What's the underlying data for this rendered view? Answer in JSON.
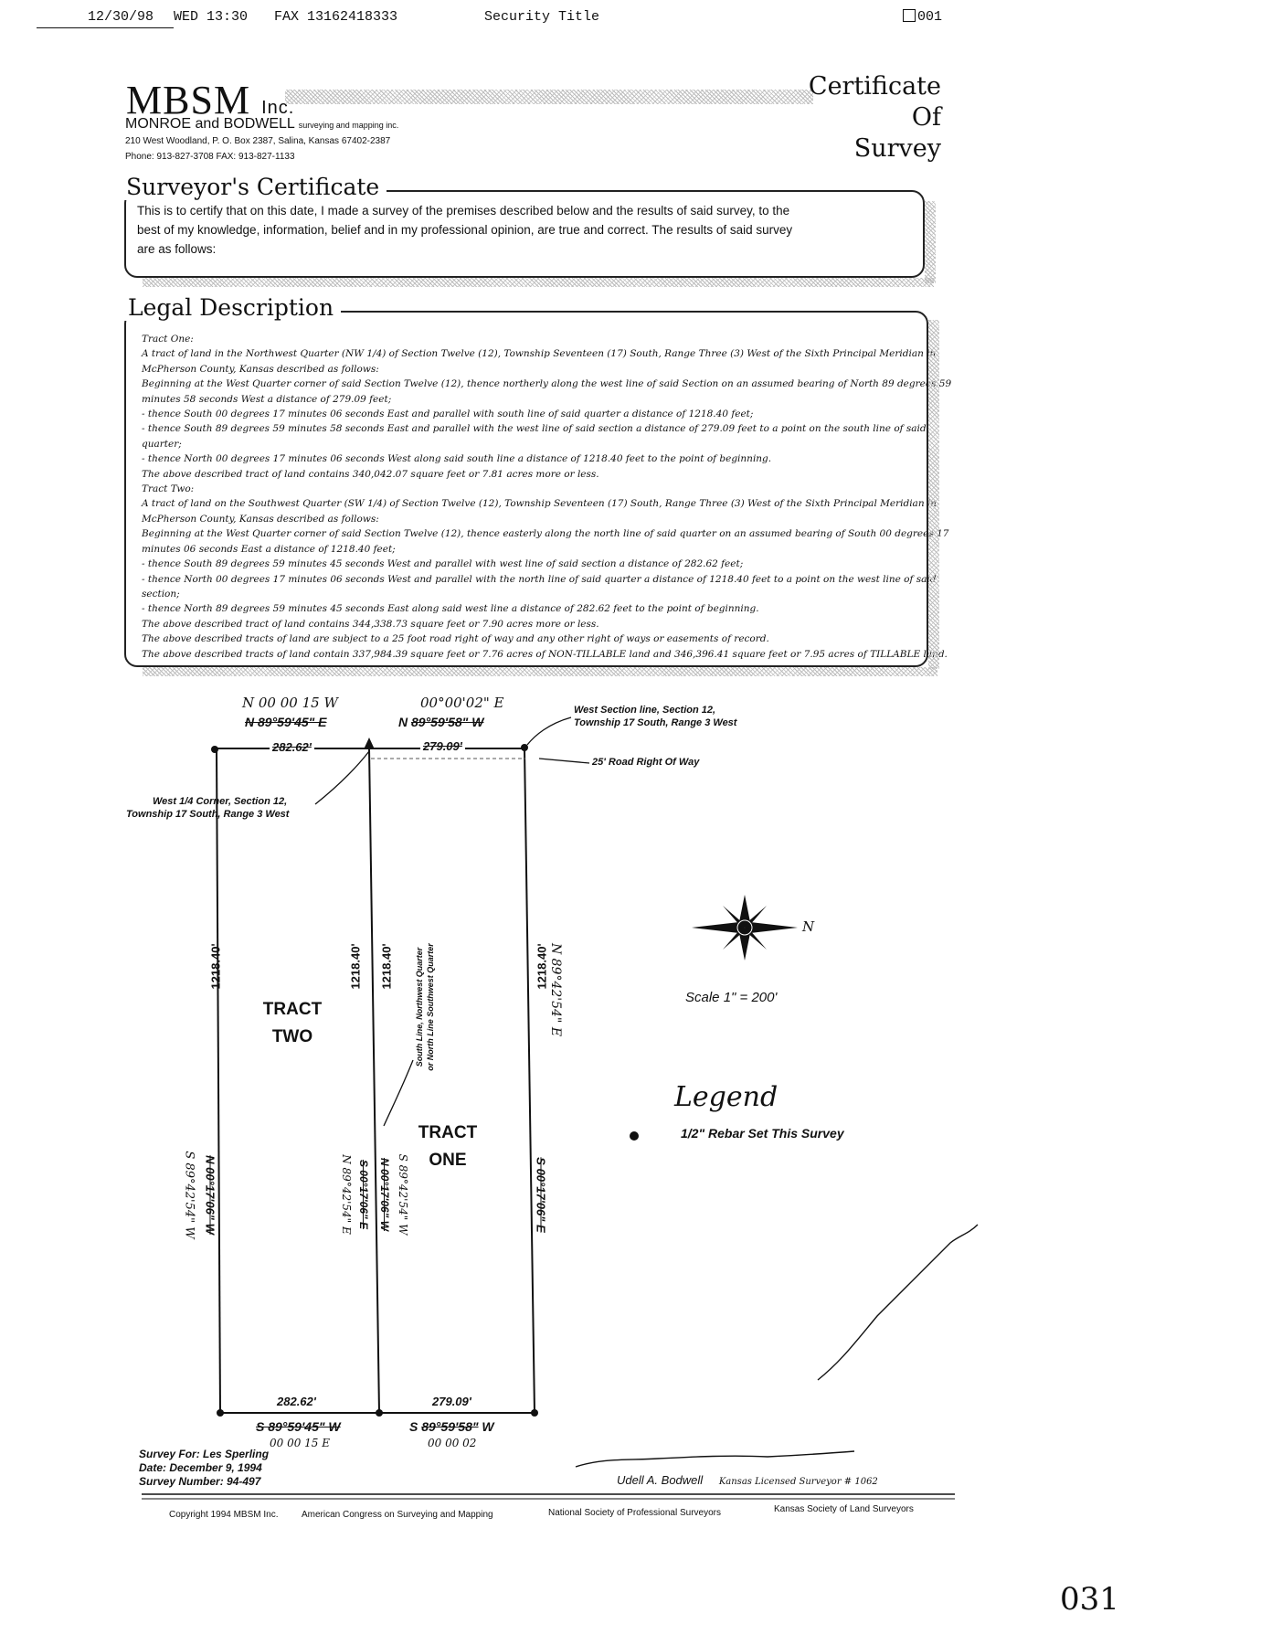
{
  "fax_header": {
    "date": "12/30/98",
    "day_time": "WED 13:30",
    "fax_number": "FAX 13162418333",
    "sender": "Security Title",
    "page": "001"
  },
  "letterhead": {
    "logo": "MBSM",
    "logo_suffix": "Inc.",
    "company": "MONROE and BODWELL",
    "company_tag": "surveying and mapping inc.",
    "address": "210 West Woodland, P. O. Box 2387, Salina, Kansas 67402-2387",
    "phone": "Phone: 913-827-3708   FAX: 913-827-1133",
    "title_lines": [
      "Certificate",
      "Of",
      "Survey"
    ]
  },
  "surveyors_certificate": {
    "heading": "Surveyor's Certificate",
    "lines": [
      "This is to certify that on this date, I made a survey of the premises described below and the results of said survey, to the",
      "best of my knowledge, information, belief and in my professional opinion, are true and correct. The results of said survey",
      "are as follows:"
    ]
  },
  "legal_description": {
    "heading": "Legal Description",
    "lines": [
      "Tract One:",
      "A tract of land in the Northwest Quarter (NW 1/4) of Section Twelve (12), Township Seventeen (17) South, Range Three (3) West of the Sixth Principal Meridian in",
      "McPherson County, Kansas described as follows:",
      "Beginning at the West Quarter corner of said Section Twelve (12), thence northerly along the west line of said Section on an assumed bearing of North 89 degrees 59",
      "minutes 58 seconds West a distance of 279.09 feet;",
      "- thence South 00 degrees 17 minutes 06 seconds East and parallel with south line of said quarter a distance of 1218.40 feet;",
      "- thence South 89 degrees 59 minutes 58 seconds East and parallel with the west line of said section a distance of 279.09 feet to a point on the south line of said",
      "quarter;",
      "- thence North 00 degrees 17 minutes 06 seconds West along said south line a distance of 1218.40 feet to the point of beginning.",
      "The above described tract of land contains 340,042.07 square feet or 7.81 acres more or less.",
      "Tract Two:",
      "A tract of land on the Southwest Quarter (SW 1/4) of Section Twelve (12), Township Seventeen (17) South, Range Three (3) West of the Sixth Principal Meridian in",
      "McPherson County, Kansas described as follows:",
      "Beginning at the West Quarter corner of said Section Twelve (12), thence easterly along the north line of said quarter on an assumed bearing of South 00 degrees 17",
      "minutes 06 seconds East a distance of 1218.40 feet;",
      "- thence South 89 degrees 59 minutes 45 seconds West and parallel with west line of said section a distance of 282.62 feet;",
      "- thence North 00 degrees 17 minutes 06 seconds West and parallel with the north line of said quarter a distance of 1218.40 feet to a point on the west line of said",
      "section;",
      "- thence North 89 degrees 59 minutes 45 seconds East along said west line a distance of 282.62 feet to the point of beginning.",
      "The above described tract of land contains 344,338.73 square feet or 7.90 acres more or less.",
      "The above described tracts of land are subject to a 25 foot road right of way and any other right of ways or easements of record.",
      "The above described tracts of land contain 337,984.39 square feet or 7.76 acres of NON-TILLABLE land and 346,396.41 square feet or 7.95 acres of TILLABLE land."
    ]
  },
  "plat": {
    "top_left_handwritten": "N 00 00 15 W",
    "top_left_struck": "N 89°59'45\" E",
    "top_left_dist": "282.62'",
    "top_right_handwritten": "00°00'02\" E",
    "top_right_prefix": "N",
    "top_right_struck": "89°59'58\" W",
    "top_right_dist": "279.09'",
    "west_section_line": [
      "West Section line, Section 12,",
      "Township 17 South, Range 3 West"
    ],
    "road_row": "25' Road Right Of Way",
    "quarter_corner": [
      "West 1/4 Corner, Section 12,",
      "Township 17 South, Range 3 West"
    ],
    "left_dist": "1218.40'",
    "mid_dist_a": "1218.40'",
    "mid_dist_b": "1218.40'",
    "right_dist": "1218.40'",
    "south_line": [
      "South Line, Northwest Quarter",
      "or North Line Southwest Quarter"
    ],
    "tract_two": [
      "TRACT",
      "TWO"
    ],
    "tract_one": [
      "TRACT",
      "ONE"
    ],
    "left_bearing_struck": "N 00°17'06\" W",
    "left_bearing_hand": "S 89°42'54\" W",
    "mid_bearing_struck_a": "S 00°17'06\" E",
    "mid_bearing_hand_a": "N 89°42'54\" E",
    "mid_bearing_struck_b": "N 00°17'06\" W",
    "mid_bearing_hand_b": "S 89°42'54\" W",
    "right_bearing_struck": "S 00°17'06\" E",
    "right_bearing_hand": "N 89°42'54\" E",
    "bottom_left_dist": "282.62'",
    "bottom_left_struck": "S 89°59'45\" W",
    "bottom_left_hand": "00 00 15 E",
    "bottom_right_dist": "279.09'",
    "bottom_right_prefix": "S",
    "bottom_right_struck": "89°59'58\"",
    "bottom_right_suffix": "W",
    "bottom_right_hand": "00 00 02",
    "north_label": "N",
    "scale": "Scale  1\" = 200'",
    "legend_heading": "Legend",
    "legend_item": "1/2\" Rebar Set This Survey"
  },
  "survey_info": {
    "survey_for": "Survey For: Les Sperling",
    "date": "Date: December 9, 1994",
    "number": "Survey Number: 94-497"
  },
  "signature_block": {
    "surveyor": "Udell A. Bodwell",
    "license": "Kansas Licensed Surveyor  # 1062"
  },
  "footer": {
    "copyright": "Copyright 1994 MBSM Inc.",
    "org1": "American Congress on Surveying and Mapping",
    "org2": "National Society of Professional Surveyors",
    "org3": "Kansas Society of Land Surveyors"
  },
  "page_number": "031"
}
